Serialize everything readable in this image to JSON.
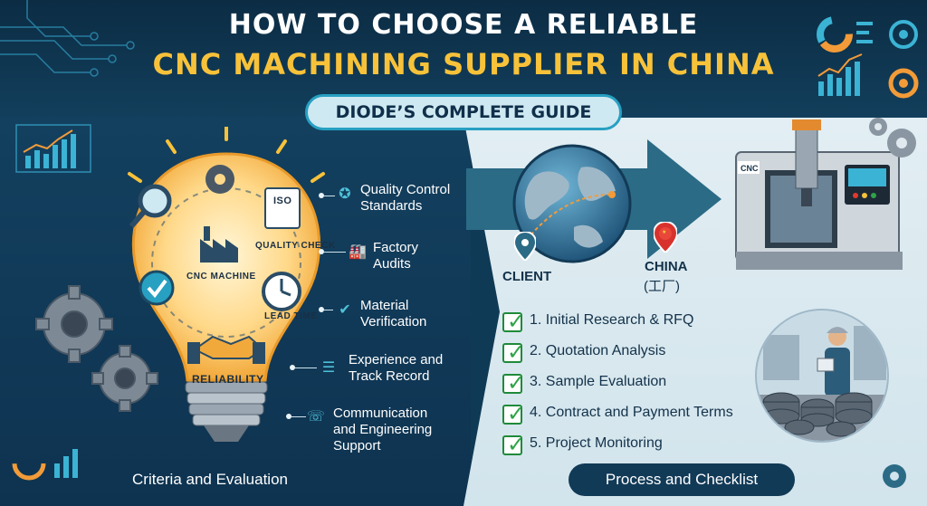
{
  "header": {
    "title_line1": "HOW TO CHOOSE A RELIABLE",
    "title_line2": "CNC MACHINING SUPPLIER IN CHINA",
    "subtitle": "DIODE’S COMPLETE GUIDE"
  },
  "bulb": {
    "iso": "ISO",
    "quality_check": "QUALITY CHECK",
    "cnc_machine": "CNC MACHINE",
    "lead_time": "LEAD TIME",
    "reliability": "RELIABILITY"
  },
  "criteria": [
    {
      "line1": "Quality Control",
      "line2": "Standards",
      "icon": "award-icon"
    },
    {
      "line1": "Factory",
      "line2": "Audits",
      "icon": "factory-icon"
    },
    {
      "line1": "Material",
      "line2": "Verification",
      "icon": "verification-icon"
    },
    {
      "line1": "Experience and",
      "line2": "Track Record",
      "icon": "checklist-icon"
    },
    {
      "line1": "Communication",
      "line2": "and Engineering",
      "line3": "Support",
      "icon": "chat-icon"
    }
  ],
  "left_footer": "Criteria and Evaluation",
  "map": {
    "client": "CLIENT",
    "china": "CHINA",
    "china_sub": "(工厂)",
    "cnc_tag": "CNC"
  },
  "checklist": [
    "1. Initial Research & RFQ",
    "2. Quotation Analysis",
    "3. Sample Evaluation",
    "4. Contract and Payment Terms",
    "5. Project Monitoring"
  ],
  "right_footer": "Process and Checklist",
  "colors": {
    "navy": "#0f3a55",
    "gold": "#f7c23a",
    "teal": "#27a0c2",
    "check_green": "#2fa347",
    "bulb_glow": "#ffd98a"
  }
}
